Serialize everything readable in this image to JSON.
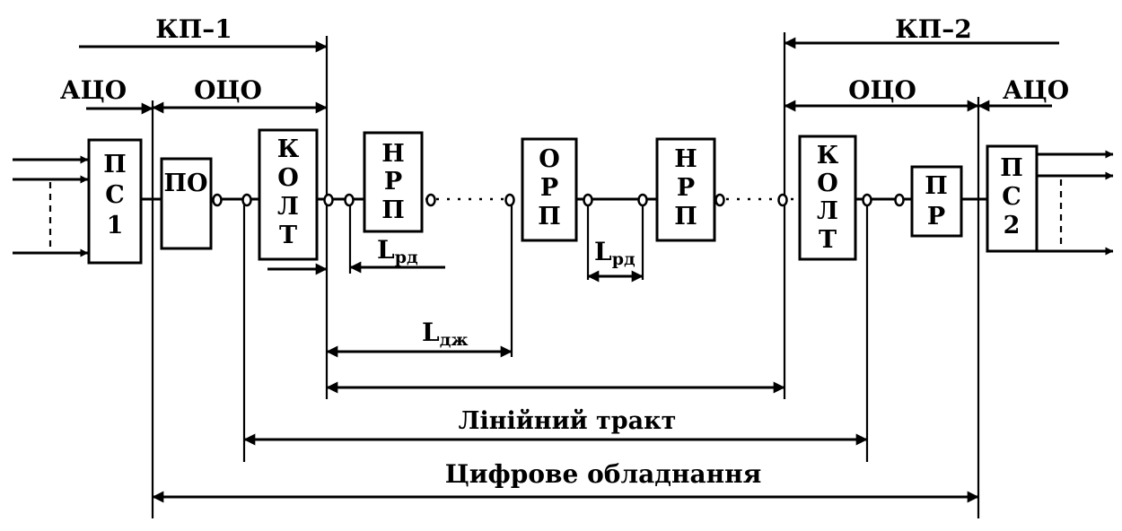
{
  "labels": {
    "kp1": "КП–1",
    "kp2": "КП–2",
    "aco_left": "АЦО",
    "oco_left": "ОЦО",
    "oco_right": "ОЦО",
    "aco_right": "АЦО",
    "lrd_left_main": "L",
    "lrd_left_sub": "рд",
    "lrd_right_main": "L",
    "lrd_right_sub": "рд",
    "ldzh_main": "L",
    "ldzh_sub": "дж",
    "line_path": "Лінійний тракт",
    "digital_equipment": "Цифрове обладнання"
  },
  "blocks": {
    "ps1": [
      "П",
      "С",
      "1"
    ],
    "po": [
      "ПО"
    ],
    "kolt1": [
      "К",
      "О",
      "Л",
      "Т"
    ],
    "nrp1": [
      "Н",
      "Р",
      "П"
    ],
    "orp": [
      "О",
      "Р",
      "П"
    ],
    "nrp2": [
      "Н",
      "Р",
      "П"
    ],
    "kolt2": [
      "К",
      "О",
      "Л",
      "Т"
    ],
    "pr": [
      "П",
      "Р"
    ],
    "ps2": [
      "П",
      "С",
      "2"
    ]
  }
}
